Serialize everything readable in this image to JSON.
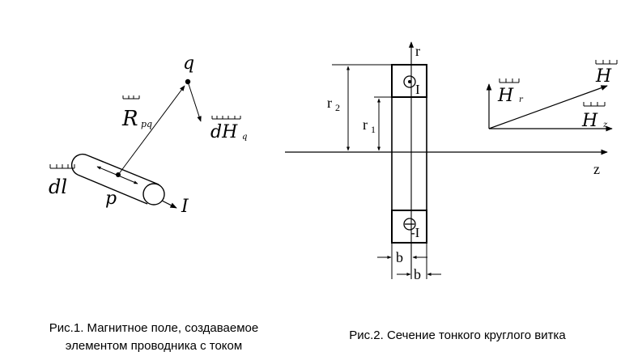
{
  "figure1": {
    "label_q": "q",
    "label_R": "R",
    "label_R_sub": "pq",
    "label_dH": "dH",
    "label_dH_sub": "q",
    "label_dl": "dl",
    "label_p": "p",
    "label_I": "I",
    "caption_line1": "Рис.1. Магнитное поле, создаваемое",
    "caption_line2": "элементом проводника с током"
  },
  "figure2": {
    "label_r": "r",
    "label_z": "z",
    "label_r1": "r",
    "label_r1_sub": "1",
    "label_r2": "r",
    "label_r2_sub": "2",
    "label_I_top": "I",
    "label_I_bottom": "-I",
    "label_b1": "b",
    "label_b2": "b",
    "label_H": "H",
    "label_Hr": "H",
    "label_Hr_sub": "r",
    "label_Hz": "H",
    "label_Hz_sub": "z",
    "caption": "Рис.2. Сечение тонкого круглого витка"
  }
}
